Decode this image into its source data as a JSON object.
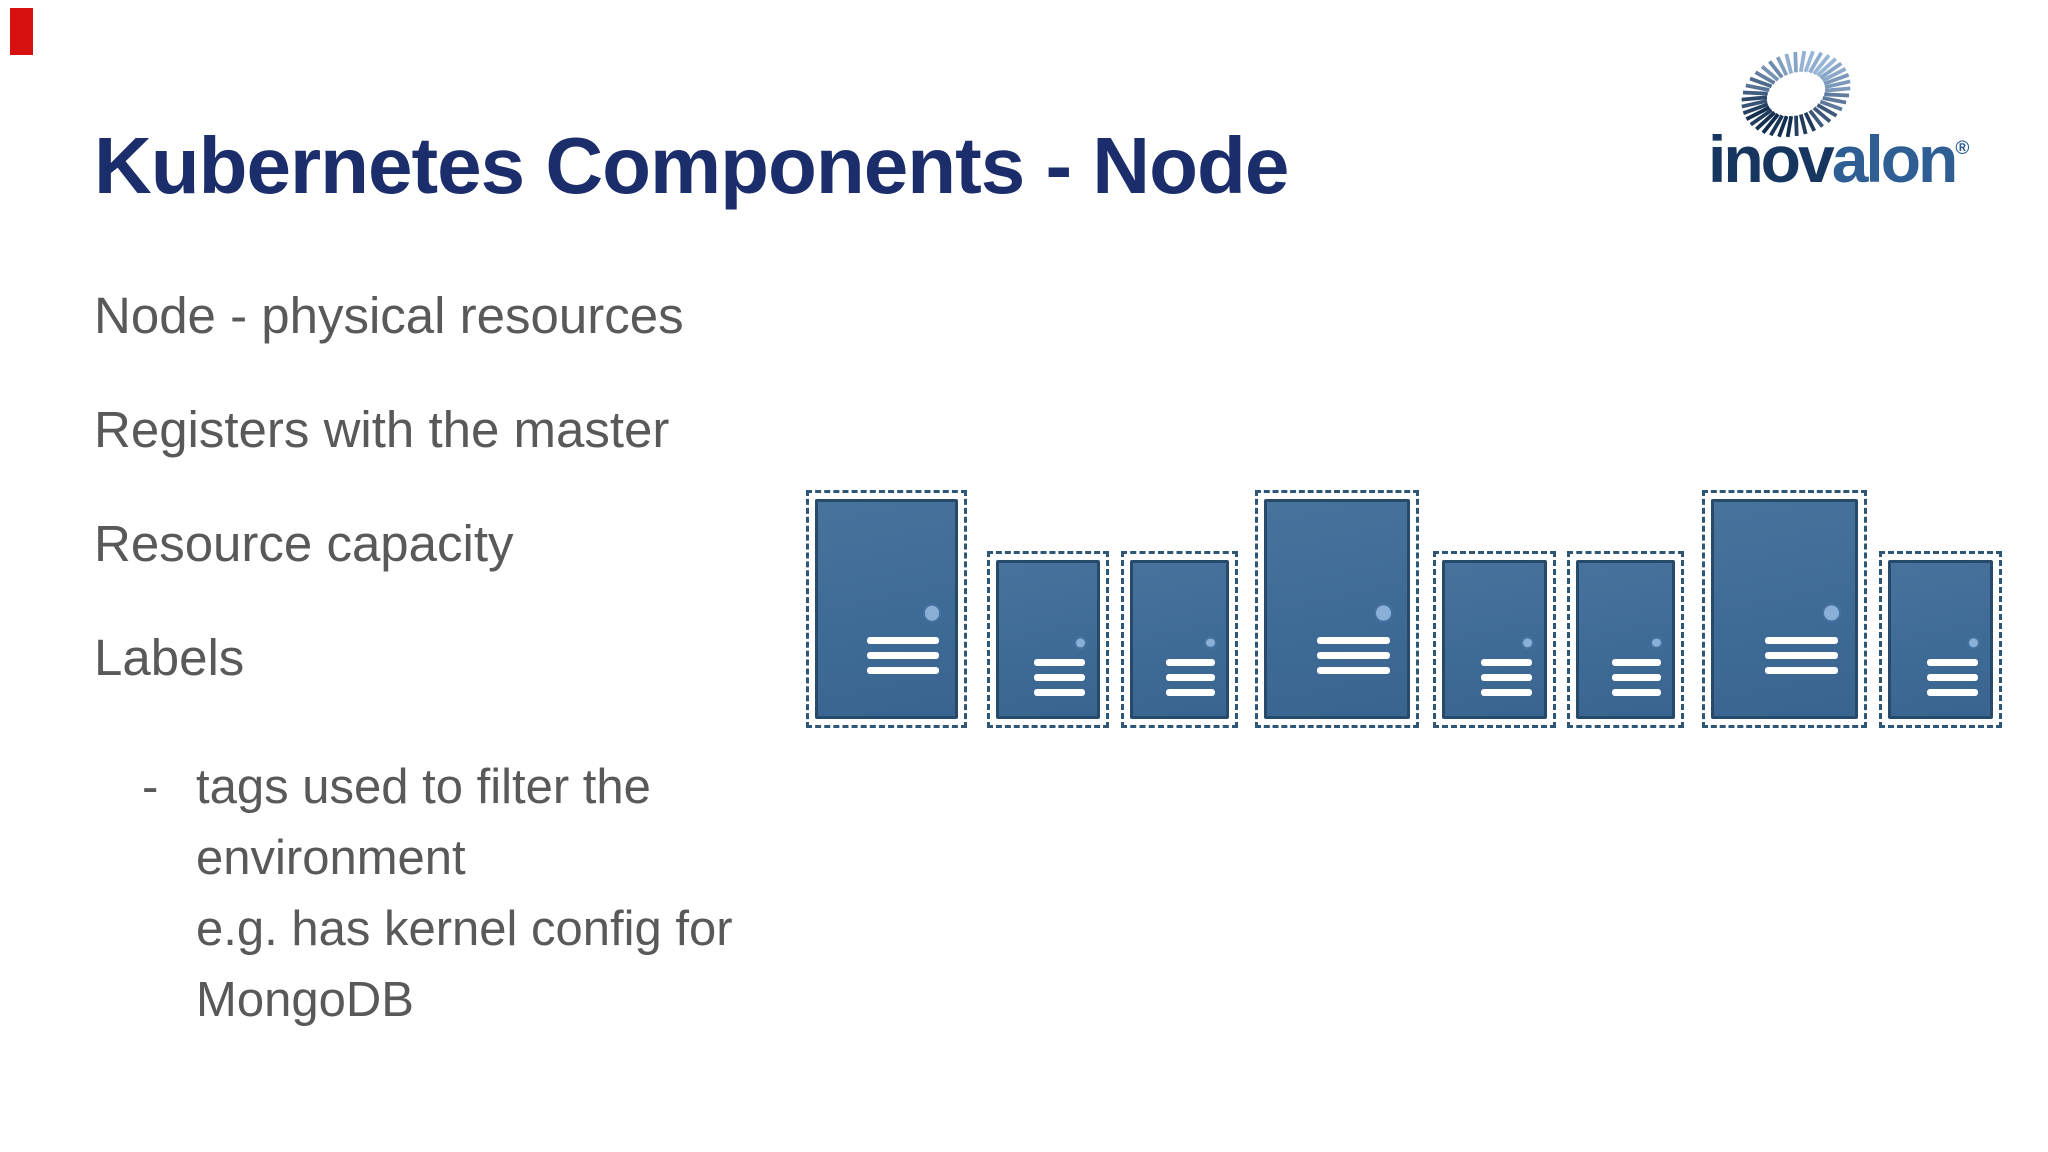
{
  "slide": {
    "title": "Kubernetes Components - Node",
    "bullets": [
      "Node - physical resources",
      "Registers with the master",
      "Resource capacity",
      "Labels"
    ],
    "sub_bullet": {
      "marker": "-",
      "lines": [
        "tags used to filter the",
        "environment",
        "e.g. has kernel config for",
        "MongoDB"
      ]
    }
  },
  "logo": {
    "brand_prefix": "inov",
    "brand_suffix": "alon",
    "registered_mark": "®"
  },
  "diagram": {
    "description": "row of eight server tower icons in dashed boxes",
    "tower_pattern": [
      "tall",
      "short",
      "short",
      "tall",
      "short",
      "short",
      "tall",
      "short"
    ]
  },
  "colors": {
    "accent_red": "#d60f0f",
    "title_navy": "#1c2d6b",
    "body_gray": "#595959",
    "tower_fill": "#3e6b96",
    "tower_fill_light": "#47729c",
    "tower_border": "#27496a",
    "tower_dash": "#2e5677",
    "button_fill": "#8ab0d8",
    "button_border": "#44719f",
    "vent_white": "#ffffff",
    "logo_dark": "#17365f",
    "logo_light": "#2e5e93"
  }
}
